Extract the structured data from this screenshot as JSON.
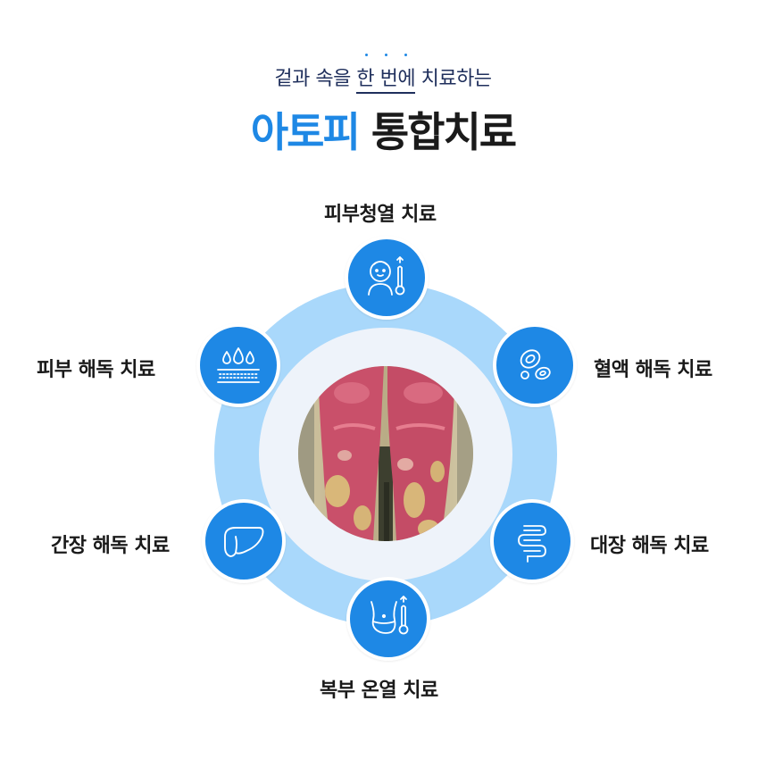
{
  "header": {
    "subtitle_before": "겉과 속을 ",
    "subtitle_emphasis": "한 번에",
    "subtitle_after": " 치료하는",
    "title_blue": "아토피",
    "title_dark": "통합치료"
  },
  "treatments": {
    "top": "피부청열 치료",
    "top_right": "혈액 해독 치료",
    "bottom_right": "대장 해독 치료",
    "bottom": "복부 온열 치료",
    "bottom_left": "간장 해독 치료",
    "top_left": "피부 해독 치료"
  },
  "icons": {
    "top": "child-thermometer-icon",
    "top_right": "blood-cells-icon",
    "bottom_right": "intestine-icon",
    "bottom": "abdomen-thermometer-icon",
    "bottom_left": "liver-icon",
    "top_left": "skin-drops-icon"
  },
  "colors": {
    "accent": "#1e88e5",
    "ring": "#a9d8fb",
    "ring_inner": "#eef3fa",
    "headline": "#1f2f5c"
  }
}
